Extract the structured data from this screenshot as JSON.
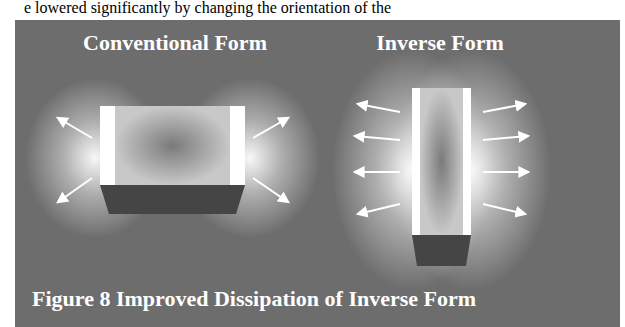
{
  "diagram": {
    "caption": "Figure 8 Improved Dissipation of Inverse Form",
    "labels": [
      "e lowered significantly by changing the orientation of the",
      "Conventional Form",
      "Inverse Form"
    ]
  }
}
